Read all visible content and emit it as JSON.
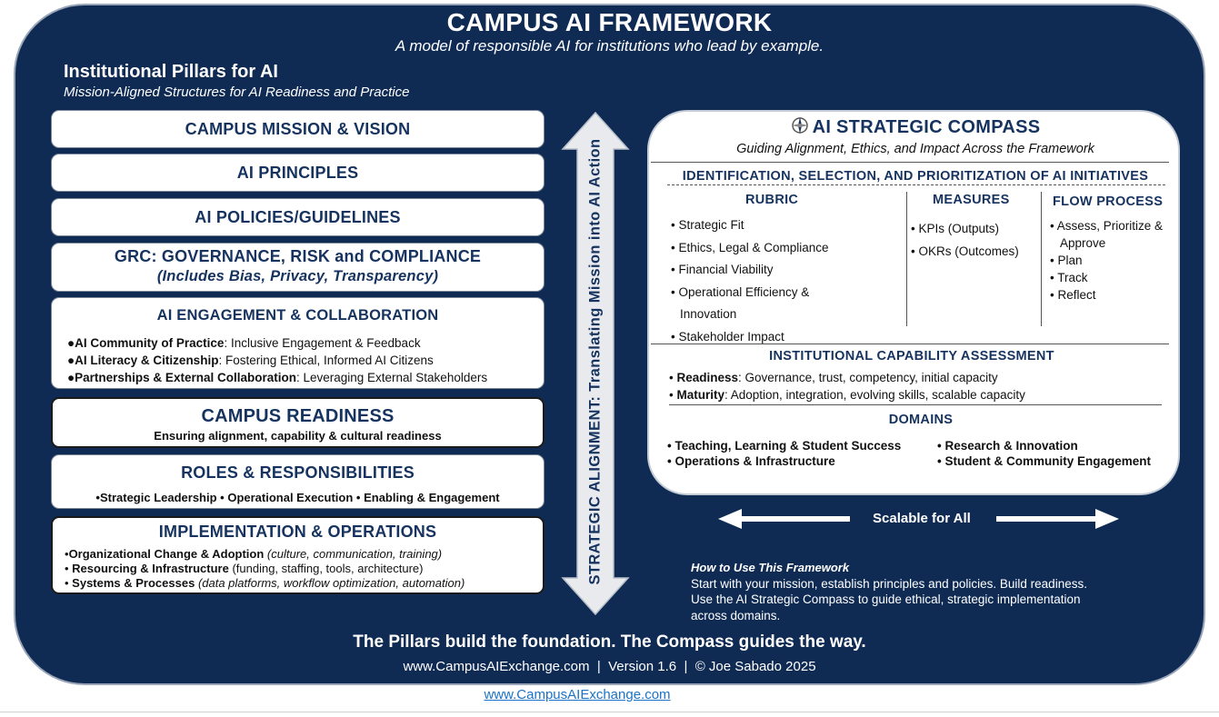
{
  "header": {
    "title": "CAMPUS AI FRAMEWORK",
    "subtitle": "A model of responsible AI for institutions who lead by example."
  },
  "pillars": {
    "title": "Institutional Pillars for AI",
    "subtitle": "Mission-Aligned Structures for AI Readiness and Practice",
    "mission": "CAMPUS MISSION & VISION",
    "principles": "AI PRINCIPLES",
    "policies": "AI POLICIES/GUIDELINES",
    "grc": {
      "heading": "GRC: GOVERNANCE, RISK and COMPLIANCE",
      "sub": "(Includes Bias, Privacy, Transparency)"
    },
    "engagement": {
      "heading": "AI ENGAGEMENT & COLLABORATION",
      "items": [
        {
          "bold": "AI Community of Practice",
          "text": ": Inclusive Engagement & Feedback"
        },
        {
          "bold": "AI Literacy & Citizenship",
          "text": ": Fostering Ethical, Informed AI Citizens"
        },
        {
          "bold": "Partnerships & External Collaboration",
          "text": ": Leveraging External Stakeholders"
        }
      ]
    },
    "readiness": {
      "heading": "CAMPUS READINESS",
      "sub": "Ensuring alignment, capability & cultural readiness"
    },
    "roles": {
      "heading": "ROLES & RESPONSIBILITIES",
      "line": "•Strategic Leadership • Operational Execution • Enabling & Engagement"
    },
    "implementation": {
      "heading": "IMPLEMENTATION & OPERATIONS",
      "items": [
        {
          "bold": "Organizational Change & Adoption",
          "text": " (culture, communication, training)"
        },
        {
          "bold": "Resourcing & Infrastructure",
          "text": " (funding, staffing, tools, architecture)"
        },
        {
          "bold": "Systems & Processes",
          "text": " (data platforms, workflow optimization, automation)"
        }
      ]
    }
  },
  "alignment": {
    "label": "STRATEGIC ALIGNMENT: Translating Mission into AI Action"
  },
  "compass": {
    "title": "AI STRATEGIC COMPASS",
    "subtitle": "Guiding Alignment, Ethics, and Impact Across the Framework",
    "identification_heading": "IDENTIFICATION, SELECTION, AND PRIORITIZATION OF AI INITIATIVES",
    "rubric": {
      "heading": "RUBRIC",
      "items": [
        "Strategic Fit",
        "Ethics, Legal & Compliance",
        "Financial Viability",
        "Operational Efficiency &",
        "Innovation",
        "Stakeholder Impact"
      ]
    },
    "measures": {
      "heading": "MEASURES",
      "items": [
        "KPIs (Outputs)",
        "OKRs (Outcomes)"
      ]
    },
    "flow": {
      "heading": "FLOW PROCESS",
      "items": [
        "Assess, Prioritize &",
        "Approve",
        "Plan",
        "Track",
        "Reflect"
      ]
    },
    "capability": {
      "heading": "INSTITUTIONAL CAPABILITY ASSESSMENT",
      "items": [
        {
          "bold": "Readiness",
          "text": ": Governance, trust, competency, initial capacity"
        },
        {
          "bold": "Maturity",
          "text": ": Adoption, integration, evolving skills, scalable capacity"
        }
      ]
    },
    "domains": {
      "heading": "DOMAINS",
      "items": [
        "Teaching, Learning & Student Success",
        "Research & Innovation",
        "Operations & Infrastructure",
        "Student & Community Engagement"
      ]
    }
  },
  "scalable": "Scalable for All",
  "howto": {
    "title": "How to Use This Framework",
    "lines": [
      "Start with your mission, establish principles and policies. Build readiness.",
      "Use the AI Strategic Compass to guide ethical, strategic implementation",
      "across domains."
    ]
  },
  "footer": {
    "tagline": "The Pillars build the foundation. The Compass guides the way.",
    "credits": "www.CampusAIExchange.com  |  Version 1.6  |  © Joe Sabado 2025",
    "link": "www.CampusAIExchange.com"
  },
  "colors": {
    "navy": "#0f2b54",
    "heading": "#16335f",
    "link": "#1a73c8"
  }
}
